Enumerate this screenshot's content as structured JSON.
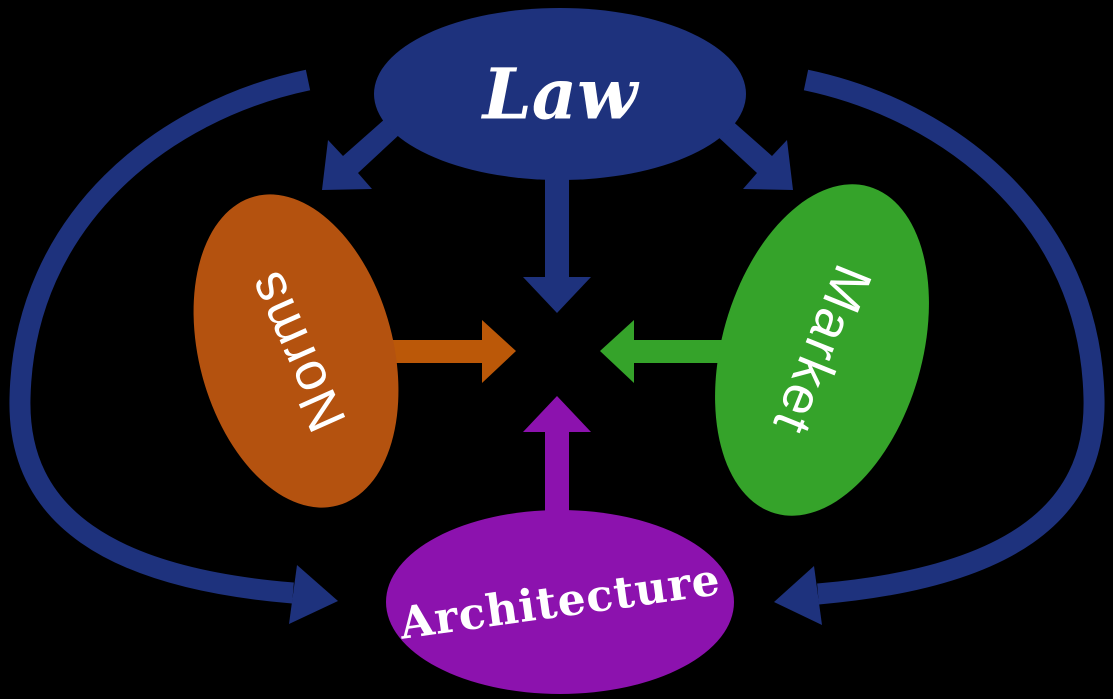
{
  "background": "#000000",
  "nodes": {
    "law": {
      "label": "Law",
      "color": "#1E327D",
      "label_color": "#FFFFFF"
    },
    "norms": {
      "label": "Norms",
      "color": "#B4520F",
      "label_color": "#FFFFFF"
    },
    "market": {
      "label": "Market",
      "color": "#35A32A",
      "label_color": "#FFFFFF"
    },
    "architecture": {
      "label": "Architecture",
      "color": "#8C12AE",
      "label_color": "#FFFFFF"
    }
  },
  "arrows": {
    "law_to_center": {
      "color": "#1E327D",
      "direction": "down"
    },
    "law_to_norms": {
      "color": "#1E327D",
      "direction": "down-left"
    },
    "law_to_market": {
      "color": "#1E327D",
      "direction": "down-right"
    },
    "norms_to_center": {
      "color": "#BB5808",
      "direction": "right"
    },
    "market_to_center": {
      "color": "#35A32A",
      "direction": "left"
    },
    "architecture_to_center": {
      "color": "#8C12AE",
      "direction": "up"
    },
    "law_to_architecture_left": {
      "color": "#1E327D",
      "direction": "curved-down-left"
    },
    "law_to_architecture_right": {
      "color": "#1E327D",
      "direction": "curved-down-right"
    }
  }
}
